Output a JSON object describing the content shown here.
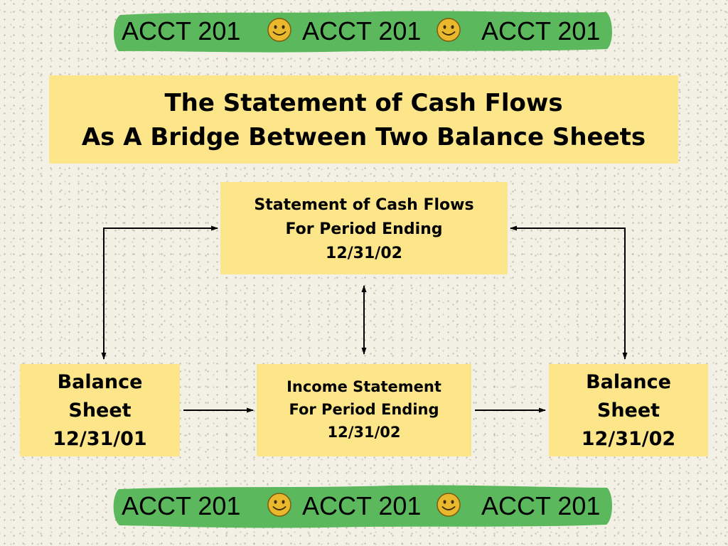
{
  "banner": {
    "items": [
      "ACCT 201",
      "ACCT 201",
      "ACCT 201"
    ],
    "icon": "smiley-face-icon",
    "color": "#5cb85c"
  },
  "title": {
    "line1": "The Statement of Cash Flows",
    "line2": "As A Bridge Between Two Balance Sheets"
  },
  "cash_flow_statement": {
    "line1": "Statement of Cash Flows",
    "line2": "For Period Ending",
    "line3": "12/31/02"
  },
  "balance_sheet_begin": {
    "line1": "Balance",
    "line2": "Sheet",
    "line3": "12/31/01"
  },
  "income_statement": {
    "line1": "Income Statement",
    "line2": "For Period Ending",
    "line3": "12/31/02"
  },
  "balance_sheet_end": {
    "line1": "Balance",
    "line2": "Sheet",
    "line3": "12/31/02"
  },
  "colors": {
    "box_fill": "#fde58a",
    "banner_green": "#5cb85c",
    "smiley_yellow": "#e9b82d"
  }
}
